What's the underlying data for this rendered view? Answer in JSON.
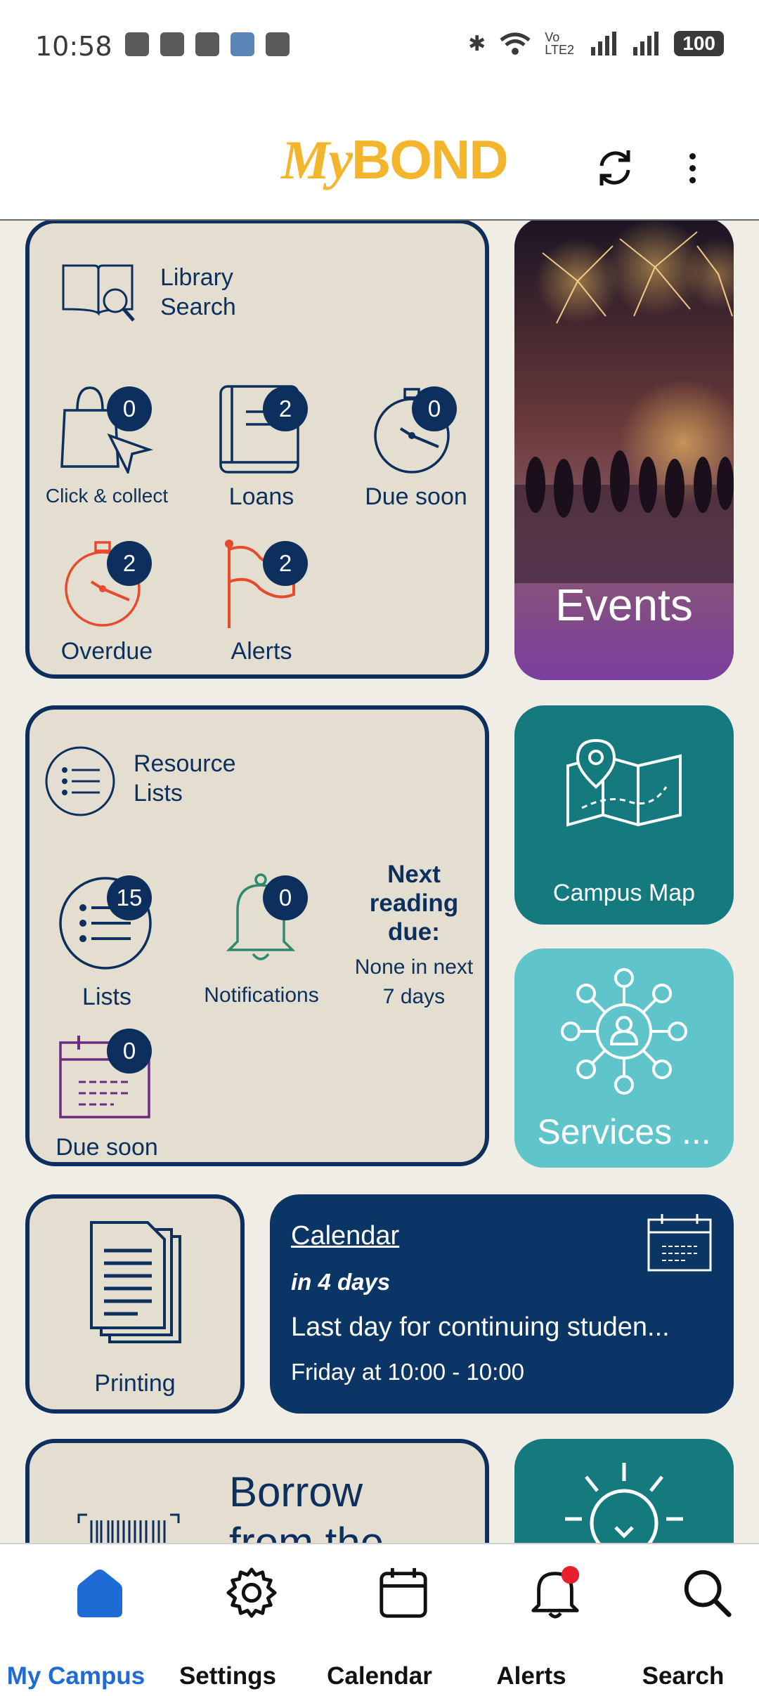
{
  "status_bar": {
    "time": "10:58",
    "network": "Vo LTE2",
    "battery": "100"
  },
  "app": {
    "logo_my": "My",
    "logo_bond": "BOND"
  },
  "library": {
    "title_line1": "Library",
    "title_line2": "Search",
    "items": [
      {
        "label": "Click & collect",
        "count": "0"
      },
      {
        "label": "Loans",
        "count": "2"
      },
      {
        "label": "Due soon",
        "count": "0"
      },
      {
        "label": "Overdue",
        "count": "2"
      },
      {
        "label": "Alerts",
        "count": "2"
      }
    ]
  },
  "events": {
    "label": "Events"
  },
  "resources": {
    "title_line1": "Resource",
    "title_line2": "Lists",
    "lists": {
      "label": "Lists",
      "count": "15"
    },
    "notifications": {
      "label": "Notifications",
      "count": "0"
    },
    "next_reading": {
      "title_line1": "Next",
      "title_line2": "reading",
      "title_line3": "due:",
      "value_line1": "None in next",
      "value_line2": "7 days"
    },
    "due_soon": {
      "label": "Due soon",
      "count": "0"
    }
  },
  "campus_map": {
    "label": "Campus Map"
  },
  "services": {
    "label": "Services ..."
  },
  "printing": {
    "label": "Printing"
  },
  "calendar_card": {
    "title": "Calendar",
    "when": "in 4 days",
    "event": "Last day for continuing studen...",
    "time": "Friday at 10:00 - 10:00"
  },
  "borrow": {
    "line1": "Borrow",
    "line2": "from the"
  },
  "bottom_nav": [
    {
      "label": "My Campus",
      "active": true
    },
    {
      "label": "Settings",
      "active": false
    },
    {
      "label": "Calendar",
      "active": false
    },
    {
      "label": "Alerts",
      "active": false
    },
    {
      "label": "Search",
      "active": false
    }
  ],
  "colors": {
    "navy": "#0d2f5e",
    "beige": "#e3ded0",
    "teal": "#157a7e",
    "light_teal": "#5fc5cb",
    "gold": "#f2b52b",
    "active_blue": "#1e6bd6",
    "red": "#e84a2e"
  }
}
